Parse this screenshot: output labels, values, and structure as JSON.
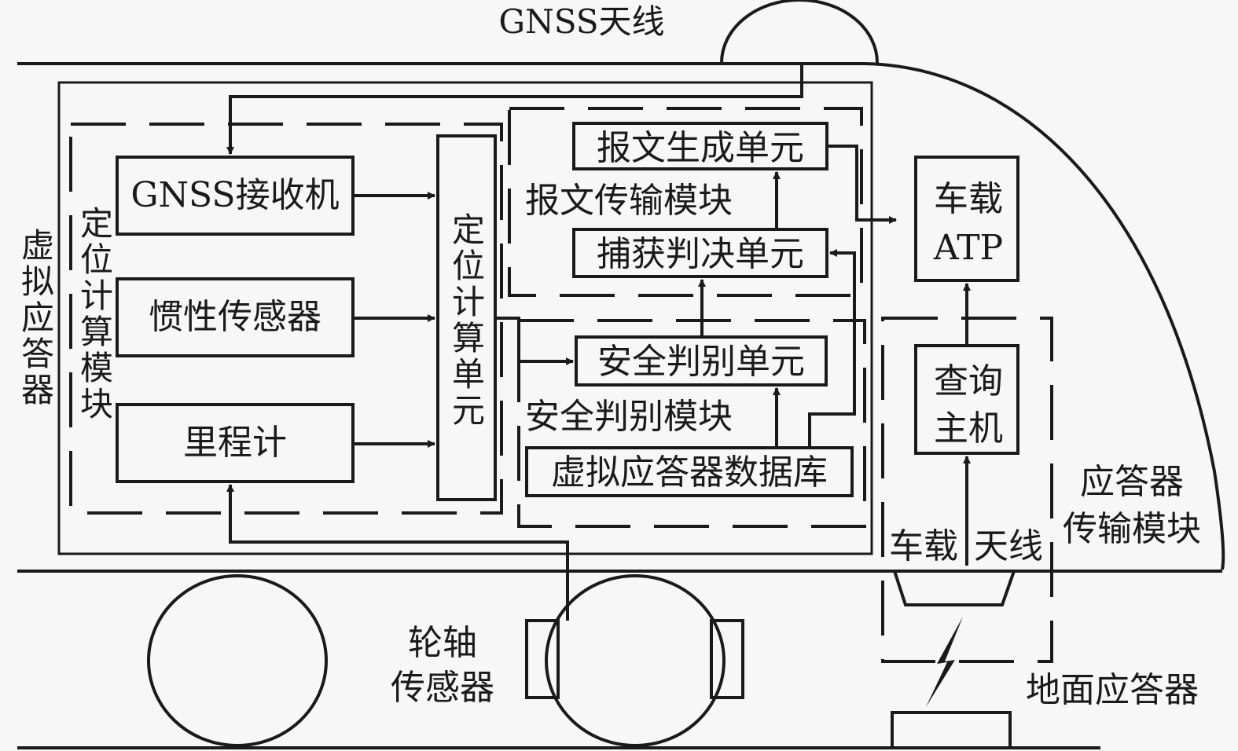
{
  "diagram": {
    "labels": {
      "gnss_antenna": "GNSS天线",
      "virtual_balise": "虚拟应答器",
      "positioning_module": "定位计算模块",
      "gnss_receiver": "GNSS接收机",
      "inertial_sensor": "惯性传感器",
      "odometer": "里程计",
      "positioning_unit": "定位计算单元",
      "message_gen_unit": "报文生成单元",
      "message_tx_module": "报文传输模块",
      "capture_decision_unit": "捕获判决单元",
      "safety_unit": "安全判别单元",
      "safety_module": "安全判别模块",
      "vb_database": "虚拟应答器数据库",
      "onboard_atp_line1": "车载",
      "onboard_atp_line2": "ATP",
      "query_host_line1": "查询",
      "query_host_line2": "主机",
      "balise_tx_module_line1": "应答器",
      "balise_tx_module_line2": "传输模块",
      "onboard_antenna_1": "车载",
      "onboard_antenna_2": "天线",
      "axle_sensor_line1": "轮轴",
      "axle_sensor_line2": "传感器",
      "ground_balise": "地面应答器"
    },
    "colors": {
      "stroke": "#1a1a1a",
      "background": "#f7f7f7"
    }
  }
}
